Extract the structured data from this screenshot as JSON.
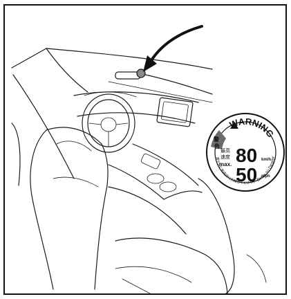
{
  "label": {
    "warning_title": "WARNING",
    "kanji_top": "警",
    "kanji_bottom": "告",
    "jp_speed_label_1": "最高",
    "jp_speed_label_2": "速度",
    "max_label": "max.",
    "speed_kmh": "80",
    "unit_kmh": "km/h",
    "speed_mph": "50",
    "unit_mph": "mph",
    "ring_text_left": "速やかに販売店にお越しください。",
    "ring_text_right": "Drive to Dealer"
  }
}
